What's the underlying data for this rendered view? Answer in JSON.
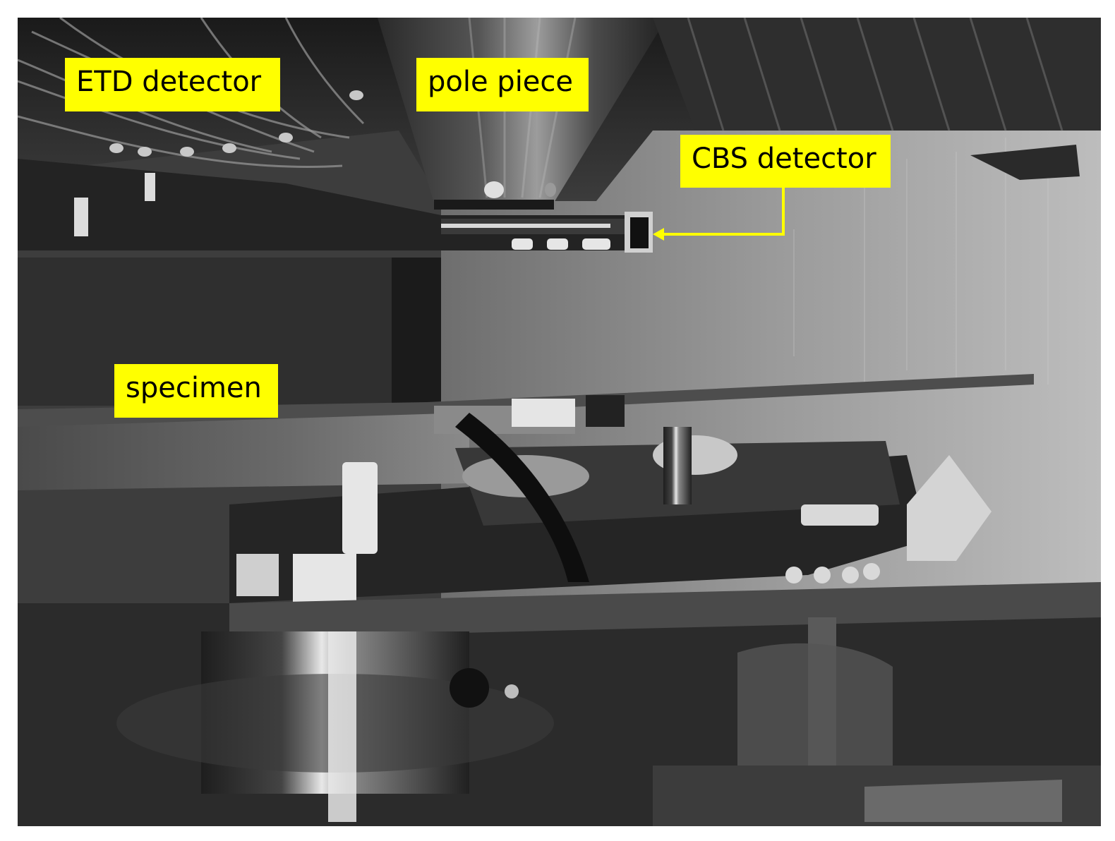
{
  "figure": {
    "description_free": true,
    "labels": {
      "etd": "ETD detector",
      "pole": "pole piece",
      "cbs": "CBS detector",
      "specimen": "specimen"
    },
    "colors": {
      "label_background": "#ffff00",
      "label_text": "#000000",
      "arrow": "#ffff00"
    },
    "icons": {
      "pointer": "arrow-left-icon"
    }
  }
}
